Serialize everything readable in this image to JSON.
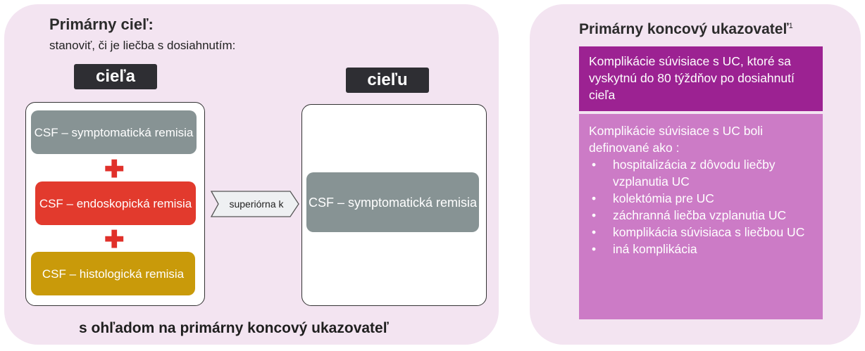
{
  "left": {
    "title": "Primárny cieľ:",
    "subtitle": "stanoviť, či je liečba s dosiahnutím:",
    "tag_left": "cieľa",
    "tag_right": "cieľu",
    "boxes_left": [
      {
        "label": "CSF – symptomatická remisia",
        "color": "#879394"
      },
      {
        "label": "CSF – endoskopická remisia",
        "color": "#e23a2d"
      },
      {
        "label": "CSF – histologická remisia",
        "color": "#c99a0a"
      }
    ],
    "plus": "✚",
    "arrow_label": "superiórna k",
    "box_right": {
      "label": "CSF – symptomatická remisia",
      "color": "#879394"
    },
    "footer": "s ohľadom na primárny koncový ukazovateľ"
  },
  "right": {
    "title": "Primárny koncový ukazovateľ",
    "title_sup": "1",
    "box1": "Komplikácie súvisiace s UC, ktoré sa vyskytnú do 80 týždňov po dosiahnutí cieľa",
    "box2_intro": "Komplikácie súvisiace s UC boli definované ako :",
    "bullet": "•",
    "items": [
      "hospitalizácia z dôvodu liečby vzplanutia UC",
      "kolektómia pre UC",
      "záchranná liečba vzplanutia UC",
      "komplikácia súvisiaca s liečbou UC",
      "iná komplikácia"
    ]
  },
  "colors": {
    "panel_bg": "#f3e4f1",
    "tag_bg": "#2e2e33",
    "endpoint_dark": "#9c2292",
    "endpoint_light": "#cc7bc6"
  }
}
